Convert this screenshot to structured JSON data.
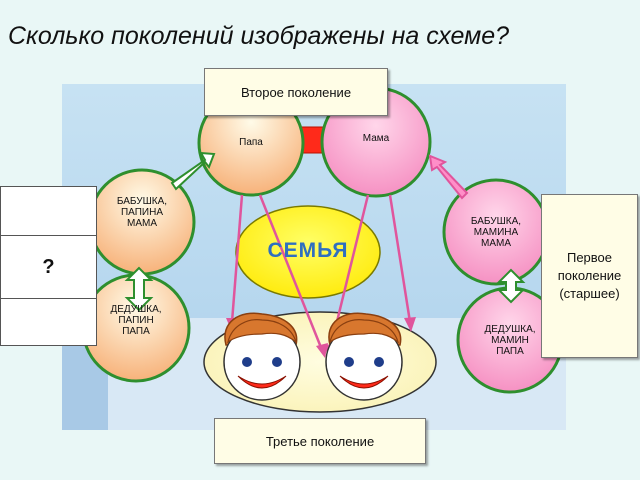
{
  "title": "Сколько поколений изображены на схеме?",
  "labels": {
    "papa": "Папа",
    "mama": "Мама",
    "grandma_father": [
      "БАБУШКА,",
      "ПАПИНА",
      "МАМА"
    ],
    "grandpa_father": [
      "ДЕДУШКА,",
      "ПАПИН",
      "ПАПА"
    ],
    "grandma_mother": [
      "БАБУШКА,",
      "МАМИНА",
      "МАМА"
    ],
    "grandpa_mother": [
      "ДЕДУШКА,",
      "МАМИН",
      "ПАПА"
    ],
    "family": "СЕМЬЯ"
  },
  "callouts": {
    "second": "Второе поколение",
    "first": [
      "Первое",
      "поколение",
      "(старшее)"
    ],
    "third": "Третье поколение",
    "question": "?"
  },
  "colors": {
    "pink_circle": "#f9a8d0",
    "peach_circle": "#fbd0a8",
    "green_border": "#2e8f2e",
    "family_yellow": "#ffee00",
    "connector_red": "#ff2a1a",
    "arrow_pink": "#e0559c"
  }
}
